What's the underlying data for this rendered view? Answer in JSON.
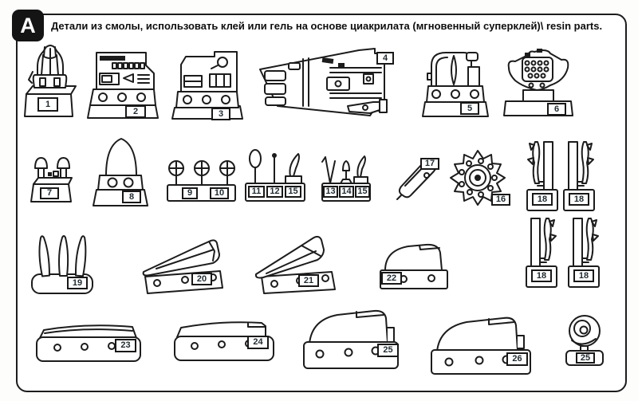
{
  "header": {
    "section_letter": "A",
    "instruction": "Детали из смолы, использовать клей или гель на основе циакрилата (мгновенный суперклей)\\ resin parts."
  },
  "colors": {
    "ink": "#1c1c1c",
    "paper": "#ffffff",
    "badge_bg": "#141414"
  },
  "labels": {
    "1": "1",
    "2": "2",
    "3": "3",
    "4": "4",
    "5": "5",
    "6": "6",
    "7": "7",
    "8": "8",
    "9": "9",
    "10": "10",
    "11": "11",
    "12": "12",
    "13": "13",
    "14": "14",
    "15": "15",
    "16": "16",
    "17": "17",
    "18": "18",
    "19": "19",
    "20": "20",
    "21": "21",
    "22": "22",
    "23": "23",
    "24": "24",
    "25": "25",
    "26": "26"
  },
  "items": [
    {
      "label": "1",
      "name": "ejection-seat"
    },
    {
      "label": "2",
      "name": "side-console-a"
    },
    {
      "label": "3",
      "name": "side-console-b"
    },
    {
      "label": "4",
      "name": "cockpit-tub"
    },
    {
      "label": "5",
      "name": "headrest-bulkhead"
    },
    {
      "label": "6",
      "name": "instrument-panel"
    },
    {
      "label": "7",
      "name": "switch-box"
    },
    {
      "label": "8",
      "name": "dome-fairing"
    },
    {
      "label": "9",
      "name": "ring-sight"
    },
    {
      "label": "10",
      "name": "ring-sight"
    },
    {
      "label": "11",
      "name": "loop-antenna"
    },
    {
      "label": "12",
      "name": "pitot-rod"
    },
    {
      "label": "15",
      "name": "curved-blade"
    },
    {
      "label": "13",
      "name": "forked-antenna"
    },
    {
      "label": "14",
      "name": "intake-bulb"
    },
    {
      "label": "15",
      "name": "curved-blade"
    },
    {
      "label": "17",
      "name": "spinner-cone"
    },
    {
      "label": "16",
      "name": "radial-engine"
    },
    {
      "label": "18",
      "name": "landing-gear-leg"
    },
    {
      "label": "18",
      "name": "landing-gear-leg"
    },
    {
      "label": "19",
      "name": "propeller-blades"
    },
    {
      "label": "20",
      "name": "wing-fairing"
    },
    {
      "label": "21",
      "name": "wing-fairing"
    },
    {
      "label": "22",
      "name": "rounded-fairing"
    },
    {
      "label": "18",
      "name": "landing-gear-leg"
    },
    {
      "label": "18",
      "name": "landing-gear-leg"
    },
    {
      "label": "23",
      "name": "long-fairing"
    },
    {
      "label": "24",
      "name": "long-fairing"
    },
    {
      "label": "25",
      "name": "engine-cowl-fairing"
    },
    {
      "label": "26",
      "name": "engine-cowl-fairing"
    },
    {
      "label": "25",
      "name": "wheel"
    }
  ]
}
